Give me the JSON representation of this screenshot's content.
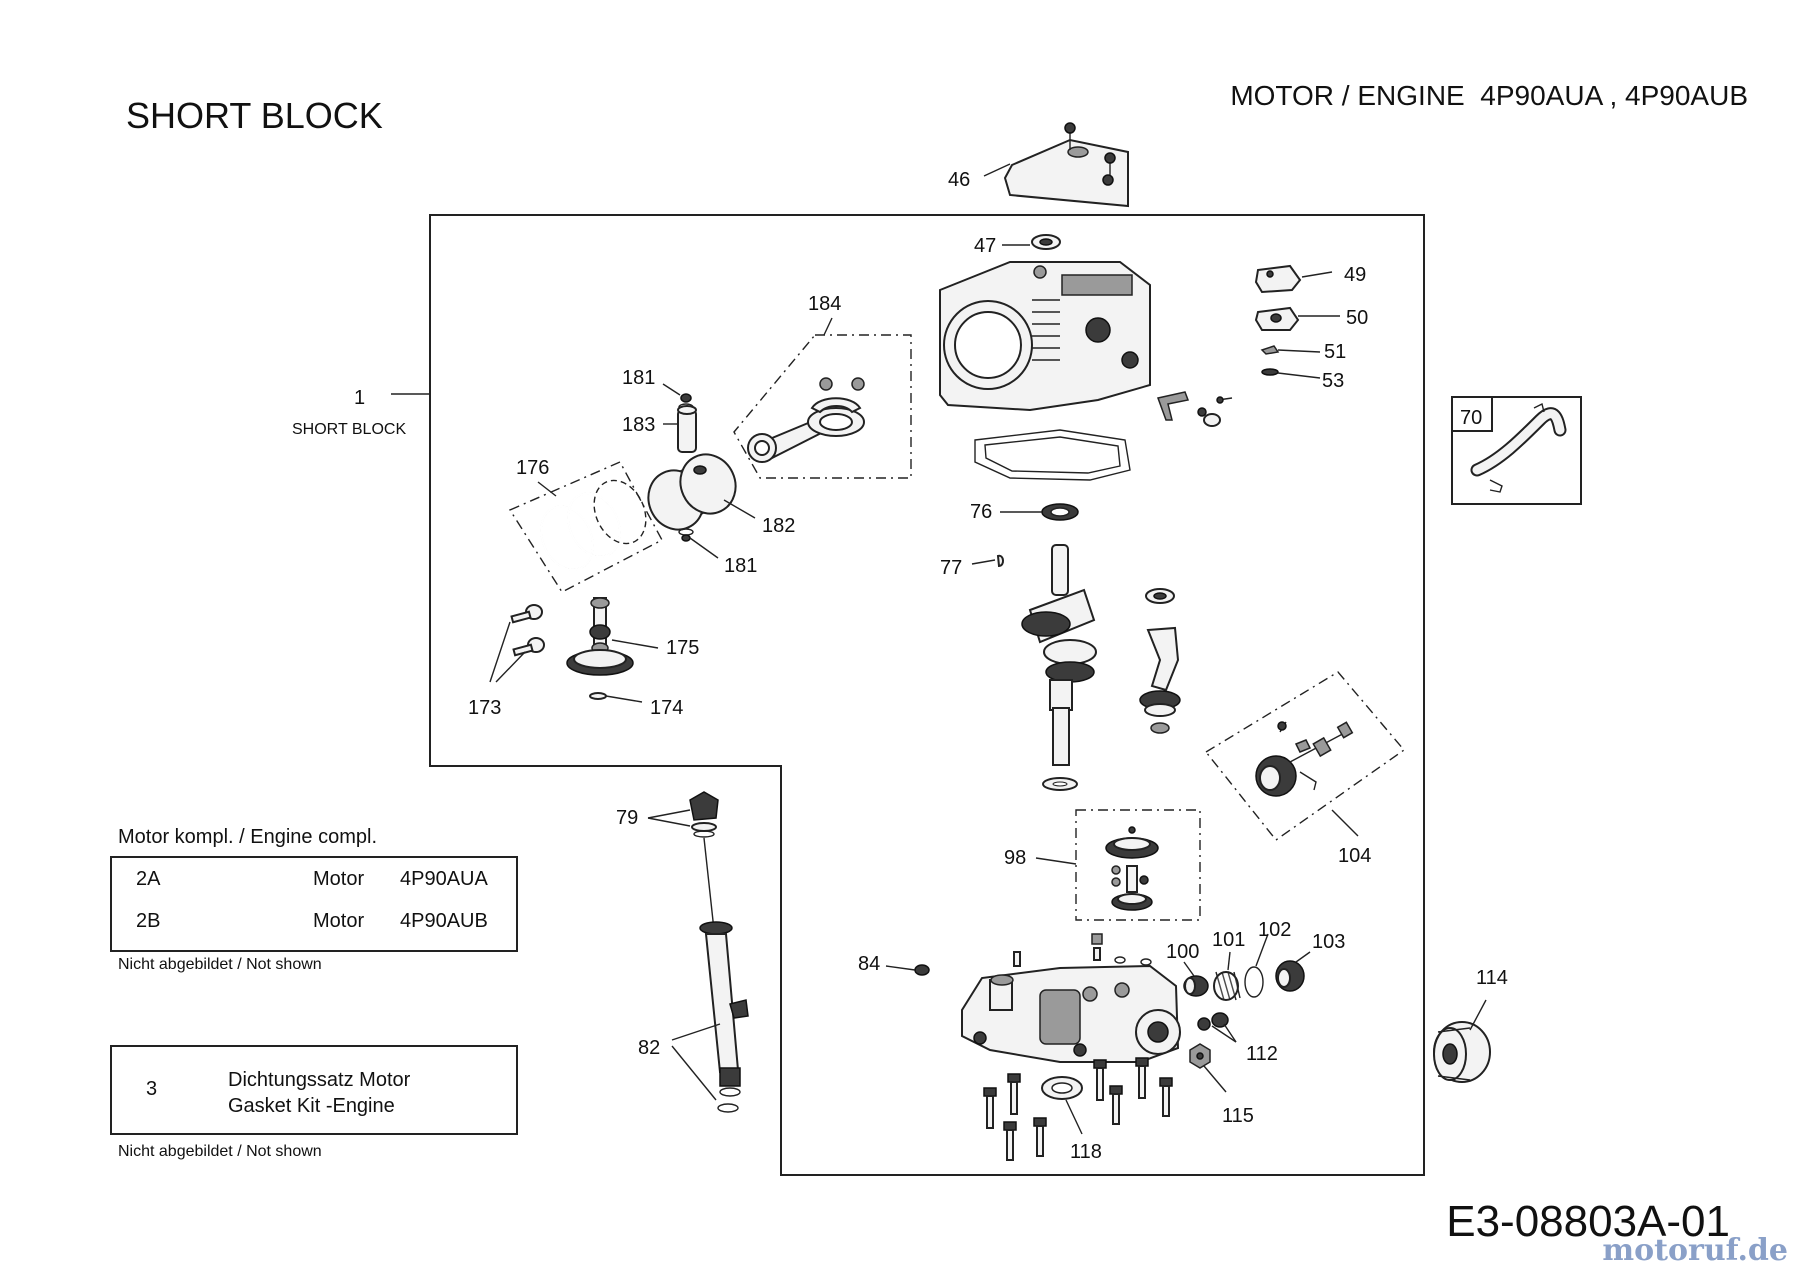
{
  "header": {
    "section_title": "SHORT BLOCK",
    "engine_title": "MOTOR / ENGINE  4P90AUA , 4P90AUB"
  },
  "diagram": {
    "short_block_label": "SHORT BLOCK",
    "callouts": {
      "c1": "1",
      "c46": "46",
      "c47": "47",
      "c49": "49",
      "c50": "50",
      "c51": "51",
      "c53": "53",
      "c70": "70",
      "c76": "76",
      "c77": "77",
      "c79": "79",
      "c82": "82",
      "c84": "84",
      "c98": "98",
      "c100": "100",
      "c101": "101",
      "c102": "102",
      "c103": "103",
      "c104": "104",
      "c112": "112",
      "c114": "114",
      "c115": "115",
      "c118": "118",
      "c173": "173",
      "c174": "174",
      "c175": "175",
      "c176": "176",
      "c181a": "181",
      "c181b": "181",
      "c182": "182",
      "c183": "183",
      "c184": "184"
    }
  },
  "engine_compl": {
    "title": "Motor kompl. / Engine compl.",
    "rows": [
      {
        "num": "2A",
        "kind": "Motor",
        "model": "4P90AUA"
      },
      {
        "num": "2B",
        "kind": "Motor",
        "model": "4P90AUB"
      }
    ],
    "note": "Nicht abgebildet / Not shown"
  },
  "gasket_kit": {
    "num": "3",
    "line1": "Dichtungssatz Motor",
    "line2": "Gasket Kit -Engine",
    "note": "Nicht abgebildet / Not shown"
  },
  "footer": {
    "drawing_number": "E3-08803A-01",
    "watermark": "motoruf.de"
  }
}
